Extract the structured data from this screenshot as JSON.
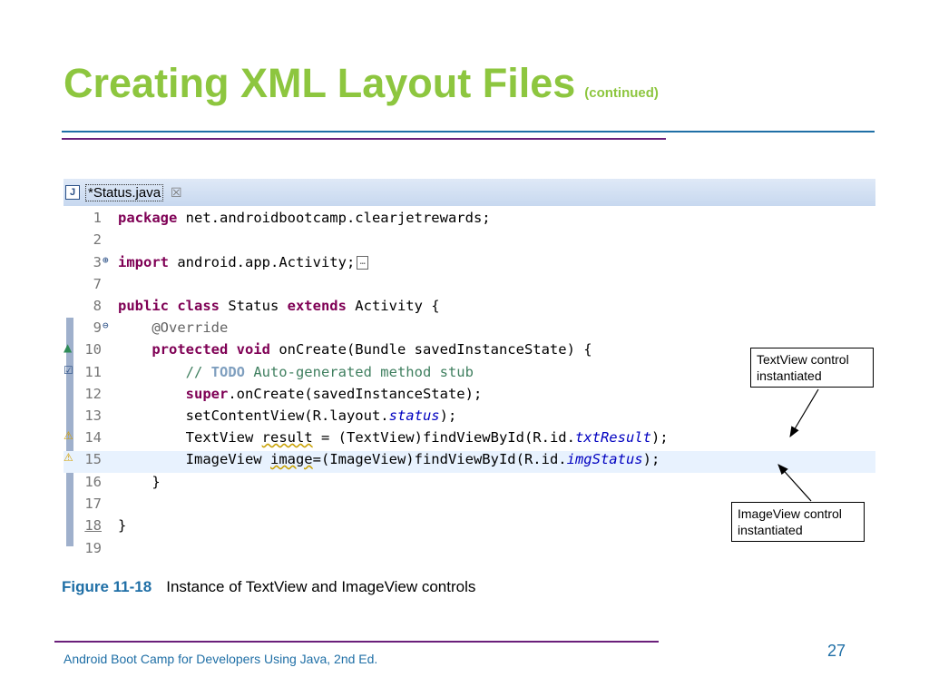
{
  "slide": {
    "title": "Creating XML Layout Files",
    "title_suffix": "(continued)",
    "footer": "Android Boot Camp for Developers Using Java, 2nd Ed.",
    "page_number": "27"
  },
  "editor": {
    "tab_label": "*Status.java",
    "tab_close": "☒",
    "file_icon": "J"
  },
  "code": {
    "l1_num": "1",
    "l1_kw": "package",
    "l1_rest": " net.androidbootcamp.clearjetrewards;",
    "l2_num": "2",
    "l3_num": "3",
    "l3_kw": "import",
    "l3_rest": " android.app.Activity;",
    "l7_num": "7",
    "l8_num": "8",
    "l8_kw1": "public class",
    "l8_t1": " Status ",
    "l8_kw2": "extends",
    "l8_t2": " Activity {",
    "l9_num": "9",
    "l9_ann": "@Override",
    "l10_num": "10",
    "l10_kw": "protected void",
    "l10_rest": " onCreate(Bundle savedInstanceState) {",
    "l11_num": "11",
    "l11_c1": "// ",
    "l11_todo": "TODO",
    "l11_c2": " Auto-generated method stub",
    "l12_num": "12",
    "l12_kw": "super",
    "l12_rest": ".onCreate(savedInstanceState);",
    "l13_num": "13",
    "l13_t1": "setContentView(R.layout.",
    "l13_it": "status",
    "l13_t2": ");",
    "l14_num": "14",
    "l14_t1": "TextView ",
    "l14_sq": "result",
    "l14_t2": " = (TextView)findViewById(R.id.",
    "l14_it": "txtResult",
    "l14_t3": ");",
    "l15_num": "15",
    "l15_t1": "ImageView ",
    "l15_sq": "image",
    "l15_t2": "=(ImageView)findViewById(R.id.",
    "l15_it": "imgStatus",
    "l15_t3": ");",
    "l16_num": "16",
    "l16_rest": "}",
    "l17_num": "17",
    "l18_num": "18",
    "l18_rest": "}",
    "l19_num": "19"
  },
  "callouts": {
    "textview": "TextView control instantiated",
    "imageview": "ImageView control instantiated"
  },
  "caption": {
    "figure": "Figure 11-18",
    "text": "Instance of TextView and ImageView controls"
  },
  "colors": {
    "title_green": "#8dc63f",
    "accent_blue": "#1f6fa6",
    "accent_purple": "#6a1f7a",
    "keyword": "#7f0055",
    "comment": "#3f7f5f"
  }
}
